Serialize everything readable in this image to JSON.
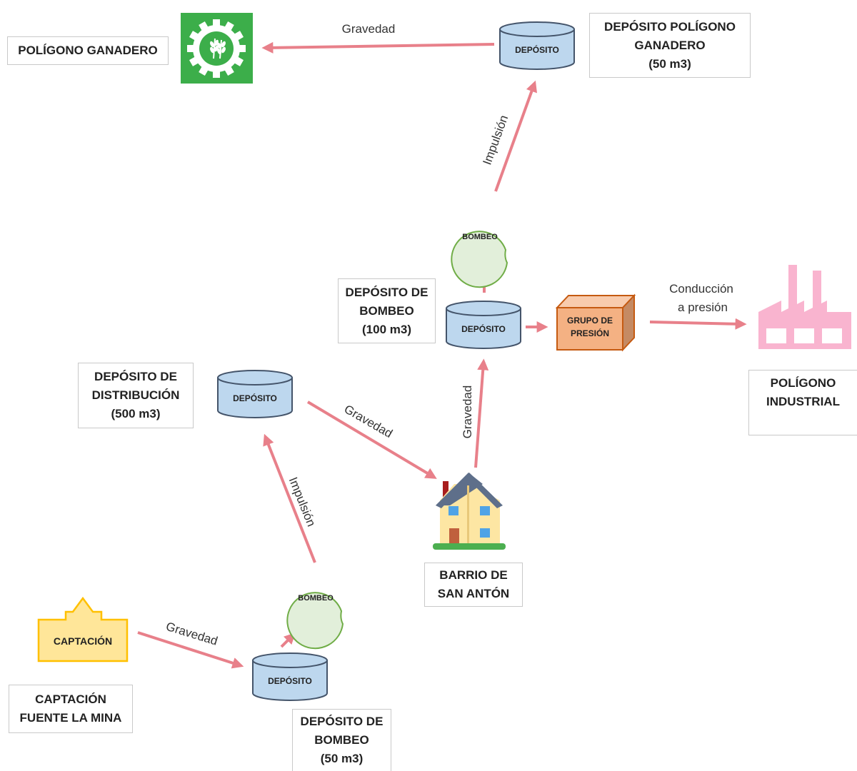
{
  "labels": {
    "poligono_ganadero": "POLÍGONO GANADERO",
    "deposito_poligono_ganadero": "DEPÓSITO POLÍGONO\nGANADERO\n(50 m3)",
    "deposito_bombeo_100": "DEPÓSITO DE\nBOMBEO\n(100 m3)",
    "deposito_distribucion": "DEPÓSITO DE\nDISTRIBUCIÓN\n(500 m3)",
    "poligono_industrial": "POLÍGONO\nINDUSTRIAL",
    "barrio_san_anton": "BARRIO DE\nSAN ANTÓN",
    "captacion_fuente": "CAPTACIÓN\nFUENTE LA MINA",
    "deposito_bombeo_50": "DEPÓSITO DE\nBOMBEO\n(50 m3)"
  },
  "nodes": {
    "deposito": "DEPÓSITO",
    "bombeo": "BOMBEO",
    "captacion": "CAPTACIÓN",
    "grupo_presion_line1": "GRUPO DE",
    "grupo_presion_line2": "PRESIÓN"
  },
  "edges": {
    "gravedad": "Gravedad",
    "impulsion": "Impulsión",
    "conduccion_line1": "Conducción",
    "conduccion_line2": "a presión"
  },
  "colors": {
    "arrow": "#e8808a",
    "tank_fill": "#bdd7ee",
    "tank_stroke": "#44546a",
    "pump_fill": "#e2efda",
    "pump_stroke": "#70ad47",
    "captacion_fill": "#ffe699",
    "captacion_stroke": "#ffc000",
    "box_front": "#f4b183",
    "box_side": "#c55a11",
    "factory": "#f9b4cf",
    "ganadero_bg": "#3cae4a"
  }
}
